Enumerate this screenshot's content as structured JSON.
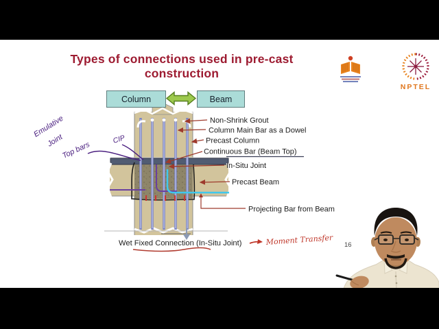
{
  "slide": {
    "title_line1": "Types of connections used in pre-cast",
    "title_line2": "construction",
    "page_number": "16",
    "caption": "Wet Fixed Connection (In-Situ Joint)"
  },
  "legend_boxes": {
    "column": "Column",
    "beam": "Beam"
  },
  "diagram": {
    "labels": [
      "Non-Shrink Grout",
      "Column Main Bar as a Dowel",
      "Precast Column",
      "Continuous Bar (Beam Top)",
      "In-Situ Joint",
      "Precast Beam",
      "Projecting Bar from Beam"
    ]
  },
  "handwritten": {
    "emulative_line1": "Emulative",
    "emulative_line2": "Joint",
    "top_bars": "Top bars",
    "cip": "CIP",
    "moment_transfer": "Moment Transfer"
  },
  "logos": {
    "nptel_label": "NPTEL"
  },
  "colors": {
    "title_red": "#9d1b31",
    "legend_box_fill": "#abdcd8",
    "arrow_green": "#9dc94d",
    "concrete_tan": "#d2c49c",
    "joint_gray": "#8e8569",
    "top_chord": "#515c72",
    "rebar_blue": "#7b84c4",
    "cyan_bar": "#3fc8ee",
    "purple_bar": "#6a3fa0",
    "leader_red": "#9e3a2c",
    "ink_purple": "#4b2080",
    "ink_red": "#bf3528"
  }
}
